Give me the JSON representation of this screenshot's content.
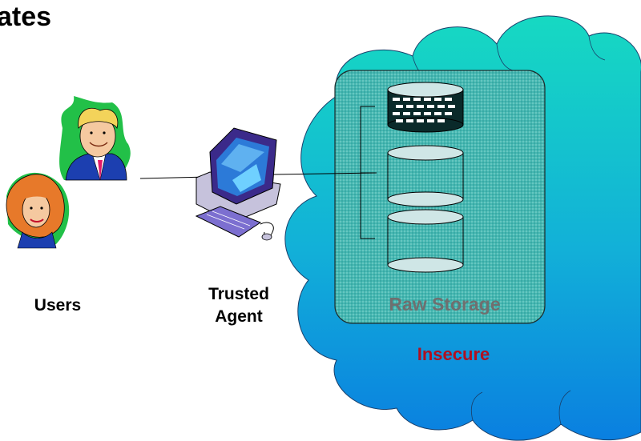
{
  "title": "ates",
  "users": {
    "label": "Users"
  },
  "agent": {
    "label_line1": "Trusted",
    "label_line2": "Agent"
  },
  "storage": {
    "label": "Raw Storage",
    "label_color": "#6f6f6f"
  },
  "zone": {
    "label": "Insecure",
    "label_color": "#b01020"
  },
  "colors": {
    "cloud_top": "#16d9c2",
    "cloud_bottom": "#0a7fe0",
    "storage_box": "#3fb6b0",
    "cylinder_fill": "#cfe6e6"
  }
}
